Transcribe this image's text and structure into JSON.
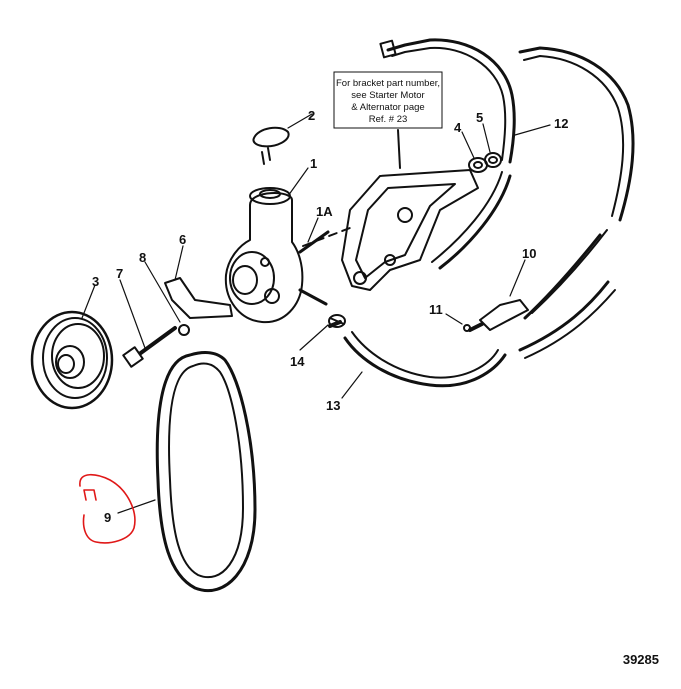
{
  "note": {
    "lines": [
      "For bracket part number,",
      "see Starter Motor",
      "& Alternator page",
      "Ref. # 23"
    ]
  },
  "callouts": [
    "1",
    "1A",
    "2",
    "3",
    "4",
    "5",
    "6",
    "7",
    "8",
    "9",
    "10",
    "11",
    "12",
    "13",
    "14"
  ],
  "figure_number": "39285",
  "colors": {
    "line": "#111111",
    "highlight": "#e01818"
  }
}
